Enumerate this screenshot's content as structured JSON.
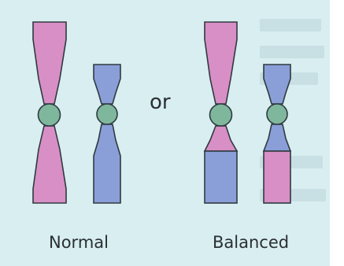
{
  "labels": {
    "or": "or",
    "normal": "Normal",
    "balanced": "Balanced"
  },
  "colors": {
    "background": "#d8eef1",
    "pink_chromosome": "#d88fc5",
    "blue_chromosome": "#8a9fd8",
    "centromere": "#7fb79d",
    "outline": "#2f3a40"
  },
  "groups": [
    {
      "name": "normal",
      "chromosomes": [
        {
          "id": "normal-pink",
          "color": "pink"
        },
        {
          "id": "normal-blue",
          "color": "blue"
        }
      ]
    },
    {
      "name": "balanced",
      "chromosomes": [
        {
          "id": "balanced-pink-with-blue-segment",
          "color": "pink",
          "translocated_segment": "blue"
        },
        {
          "id": "balanced-blue-with-pink-segment",
          "color": "blue",
          "translocated_segment": "pink"
        }
      ]
    }
  ]
}
